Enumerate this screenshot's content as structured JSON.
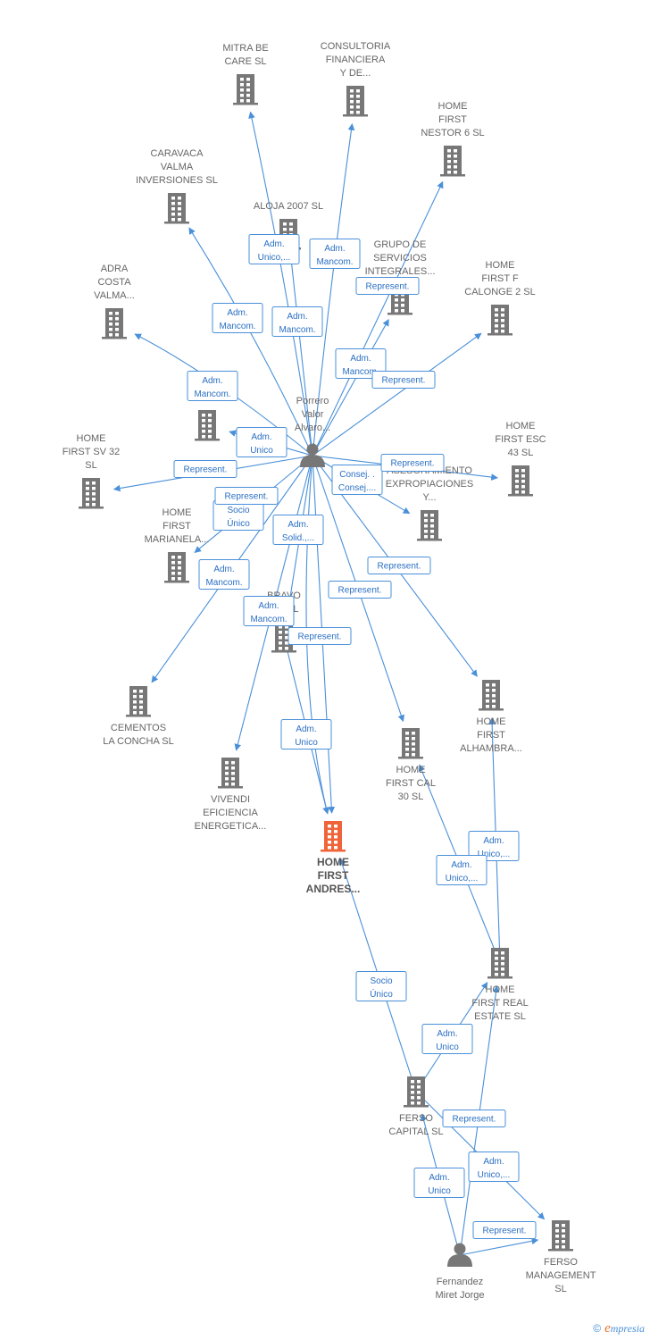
{
  "colors": {
    "edge": "#4a90d9",
    "badge_text": "#2a6fc4",
    "company_icon": "#777777",
    "main_company_icon": "#f0643a",
    "person_icon": "#777777",
    "brand_e": "#e8702a"
  },
  "icons": {
    "company": "building-icon",
    "person": "person-icon"
  },
  "nodes": [
    {
      "id": "mitra",
      "type": "company",
      "label": [
        "MITRA BE",
        "CARE  SL"
      ]
    },
    {
      "id": "consultoria",
      "type": "company",
      "label": [
        "CONSULTORIA",
        "FINANCIERA",
        "Y DE..."
      ]
    },
    {
      "id": "nestor",
      "type": "company",
      "label": [
        "HOME",
        "FIRST",
        "NESTOR 6  SL"
      ]
    },
    {
      "id": "caravaca",
      "type": "company",
      "label": [
        "CARAVACA",
        "VALMA",
        "INVERSIONES SL"
      ]
    },
    {
      "id": "aloja",
      "type": "company",
      "label": [
        "ALOJA 2007 SL"
      ]
    },
    {
      "id": "grupo",
      "type": "company",
      "label": [
        "GRUPO DE",
        "SERVICIOS",
        "INTEGRALES..."
      ]
    },
    {
      "id": "calonge",
      "type": "company",
      "label": [
        "HOME",
        "FIRST F",
        "CALONGE 2  SL"
      ]
    },
    {
      "id": "adra",
      "type": "company",
      "label": [
        "ADRA",
        "COSTA",
        "VALMA..."
      ]
    },
    {
      "id": "bravo1",
      "type": "company",
      "label": [
        "BRAVO",
        "EX..."
      ]
    },
    {
      "id": "porrero",
      "type": "person",
      "label": [
        "Porrero",
        "Valor",
        "Alvaro..."
      ]
    },
    {
      "id": "sv32",
      "type": "company",
      "label": [
        "HOME",
        "FIRST SV 32",
        "SL"
      ]
    },
    {
      "id": "esc43",
      "type": "company",
      "label": [
        "HOME",
        "FIRST ESC",
        "43  SL"
      ]
    },
    {
      "id": "asesoramiento",
      "type": "company",
      "label": [
        "ASESORAMIENTO",
        "EXPROPIACIONES",
        "Y..."
      ]
    },
    {
      "id": "marianela",
      "type": "company",
      "label": [
        "HOME",
        "FIRST",
        "MARIANELA..."
      ]
    },
    {
      "id": "bravo2",
      "type": "company",
      "label": [
        "BRAVO",
        "...E SL"
      ]
    },
    {
      "id": "cementos",
      "type": "company",
      "label": [
        "CEMENTOS",
        "LA CONCHA SL"
      ]
    },
    {
      "id": "alhambra",
      "type": "company",
      "label": [
        "HOME",
        "FIRST",
        "ALHAMBRA..."
      ]
    },
    {
      "id": "cal30",
      "type": "company",
      "label": [
        "HOME",
        "FIRST CAL",
        "30  SL"
      ]
    },
    {
      "id": "vivendi",
      "type": "company",
      "label": [
        "VIVENDI",
        "EFICIENCIA",
        "ENERGETICA..."
      ]
    },
    {
      "id": "andres",
      "type": "company",
      "main": true,
      "label": [
        "HOME",
        "FIRST",
        "ANDRES..."
      ]
    },
    {
      "id": "realestate",
      "type": "company",
      "label": [
        "HOME",
        "FIRST REAL",
        "ESTATE  SL"
      ]
    },
    {
      "id": "fersocap",
      "type": "company",
      "label": [
        "FERSO",
        "CAPITAL  SL"
      ]
    },
    {
      "id": "fersoman",
      "type": "company",
      "label": [
        "FERSO",
        "MANAGEMENT",
        "SL"
      ]
    },
    {
      "id": "fernandez",
      "type": "person",
      "label": [
        "Fernandez",
        "Miret Jorge"
      ]
    }
  ],
  "badges": [
    {
      "lines": [
        "Adm.",
        "Unico,..."
      ]
    },
    {
      "lines": [
        "Adm.",
        "Mancom."
      ]
    },
    {
      "lines": [
        "Represent."
      ]
    },
    {
      "lines": [
        "Adm.",
        "Mancom."
      ]
    },
    {
      "lines": [
        "Adm.",
        "Mancom."
      ]
    },
    {
      "lines": [
        "Adm.",
        "Mancom."
      ]
    },
    {
      "lines": [
        "Represent."
      ]
    },
    {
      "lines": [
        "Adm.",
        "Mancom."
      ]
    },
    {
      "lines": [
        "Adm.",
        "Unico"
      ]
    },
    {
      "lines": [
        "Represent."
      ]
    },
    {
      "lines": [
        "Consej. .",
        "Consej...."
      ]
    },
    {
      "lines": [
        "Represent."
      ]
    },
    {
      "lines": [
        "Represent."
      ]
    },
    {
      "lines": [
        "Socio",
        "Único"
      ]
    },
    {
      "lines": [
        "Adm.",
        "Solid.,..."
      ]
    },
    {
      "lines": [
        "Represent."
      ]
    },
    {
      "lines": [
        "Adm.",
        "Mancom."
      ]
    },
    {
      "lines": [
        "Represent."
      ]
    },
    {
      "lines": [
        "Adm.",
        "Mancom."
      ]
    },
    {
      "lines": [
        "Represent."
      ]
    },
    {
      "lines": [
        "Adm.",
        "Unico"
      ]
    },
    {
      "lines": [
        "Adm.",
        "Unico,..."
      ]
    },
    {
      "lines": [
        "Adm.",
        "Unico,..."
      ]
    },
    {
      "lines": [
        "Socio",
        "Único"
      ]
    },
    {
      "lines": [
        "Adm.",
        "Unico"
      ]
    },
    {
      "lines": [
        "Represent."
      ]
    },
    {
      "lines": [
        "Adm.",
        "Unico,..."
      ]
    },
    {
      "lines": [
        "Adm.",
        "Unico"
      ]
    },
    {
      "lines": [
        "Represent."
      ]
    }
  ],
  "brand": {
    "copyright": "©",
    "e": "e",
    "rest": "mpresia"
  }
}
